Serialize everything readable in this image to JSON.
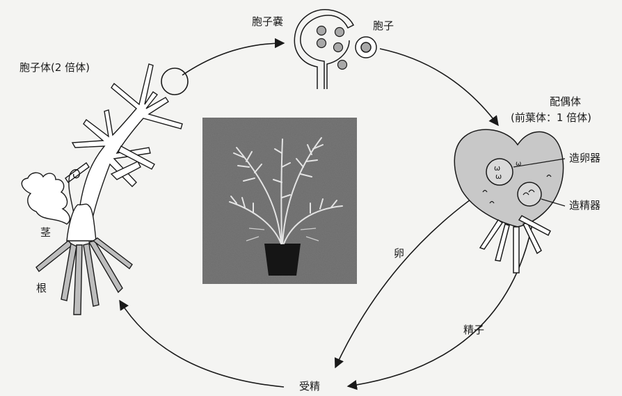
{
  "labels": {
    "sporophyte": "胞子体(2 倍体)",
    "sporangium": "胞子嚢",
    "spore": "胞子",
    "gametophyte_line1": "配偶体",
    "gametophyte_line2": "(前葉体：1 倍体)",
    "archegonium": "造卵器",
    "antheridium": "造精器",
    "stem": "茎",
    "root": "根",
    "egg": "卵",
    "sperm": "精子",
    "fertilization": "受精"
  },
  "colors": {
    "line": "#1a1a1a",
    "plant_fill": "#ffffff",
    "thallus_fill": "#c8c8c8",
    "root_fill": "#bdbdbd",
    "spore_fill": "#a8a8a8",
    "photo_bg": "#6f6f6f",
    "background": "#f4f4f2"
  }
}
